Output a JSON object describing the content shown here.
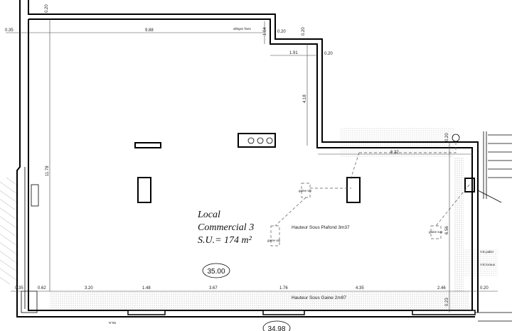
{
  "room": {
    "name_line1": "Local",
    "name_line2": "Commercial 3",
    "area": "S.U.= 174 m²"
  },
  "levels": {
    "floor": "35.00",
    "street": "34.98"
  },
  "notes": {
    "ceiling_height": "Hauteur Sous Plafond 3m37",
    "duct_height": "Hauteur Sous Gaine 2m97",
    "fixed_sills": "allèges fixes",
    "duct_1": "gaine vip",
    "duct_2": "gaine vip",
    "duct_3": "gaine sup",
    "ve_1": "V.E.palier",
    "ve_2": "V.E.locaux",
    "street_number": "N°65"
  },
  "dimensions": {
    "top_wall": "0.20",
    "left_offset": "0.35",
    "top_length": "9.88",
    "step_height": "1.04",
    "step_wall": "0.20",
    "step_wall_v": "0.20",
    "step_length": "1.91",
    "step_wall_2": "0.20",
    "step_depth": "4.18",
    "left_length": "11.78",
    "right_top_wall": "0.20",
    "right_width": "6.32",
    "right_height": "6.56",
    "bottom_wall": "0.23",
    "bottom_segments": [
      "0.35",
      "0.62",
      "3.20",
      "1.48",
      "3.67",
      "1.76",
      "4.35",
      "2.46",
      "0.20"
    ]
  }
}
